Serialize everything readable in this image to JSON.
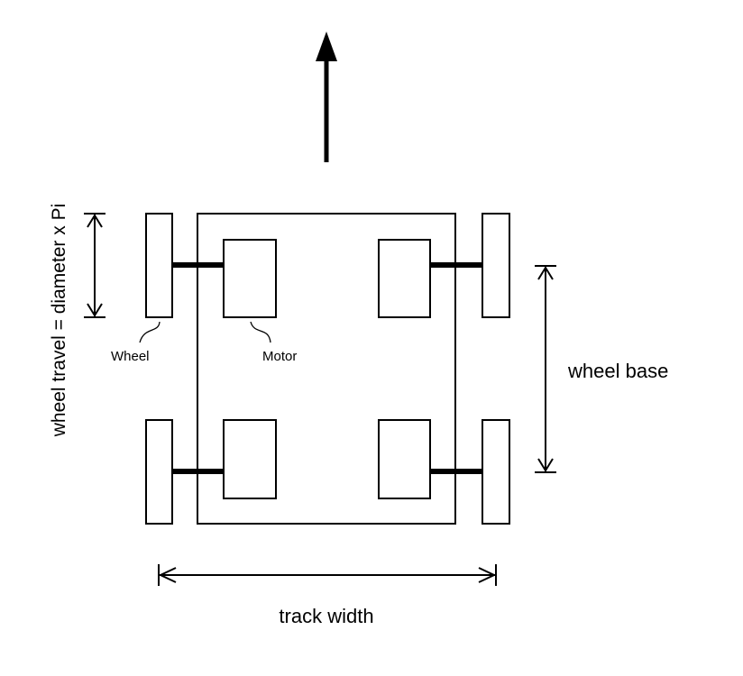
{
  "labels": {
    "wheel": "Wheel",
    "motor": "Motor",
    "wheel_base": "wheel base",
    "track_width": "track width",
    "wheel_travel": "wheel travel = diameter x Pi"
  },
  "colors": {
    "stroke": "#000000",
    "background": "#ffffff"
  }
}
